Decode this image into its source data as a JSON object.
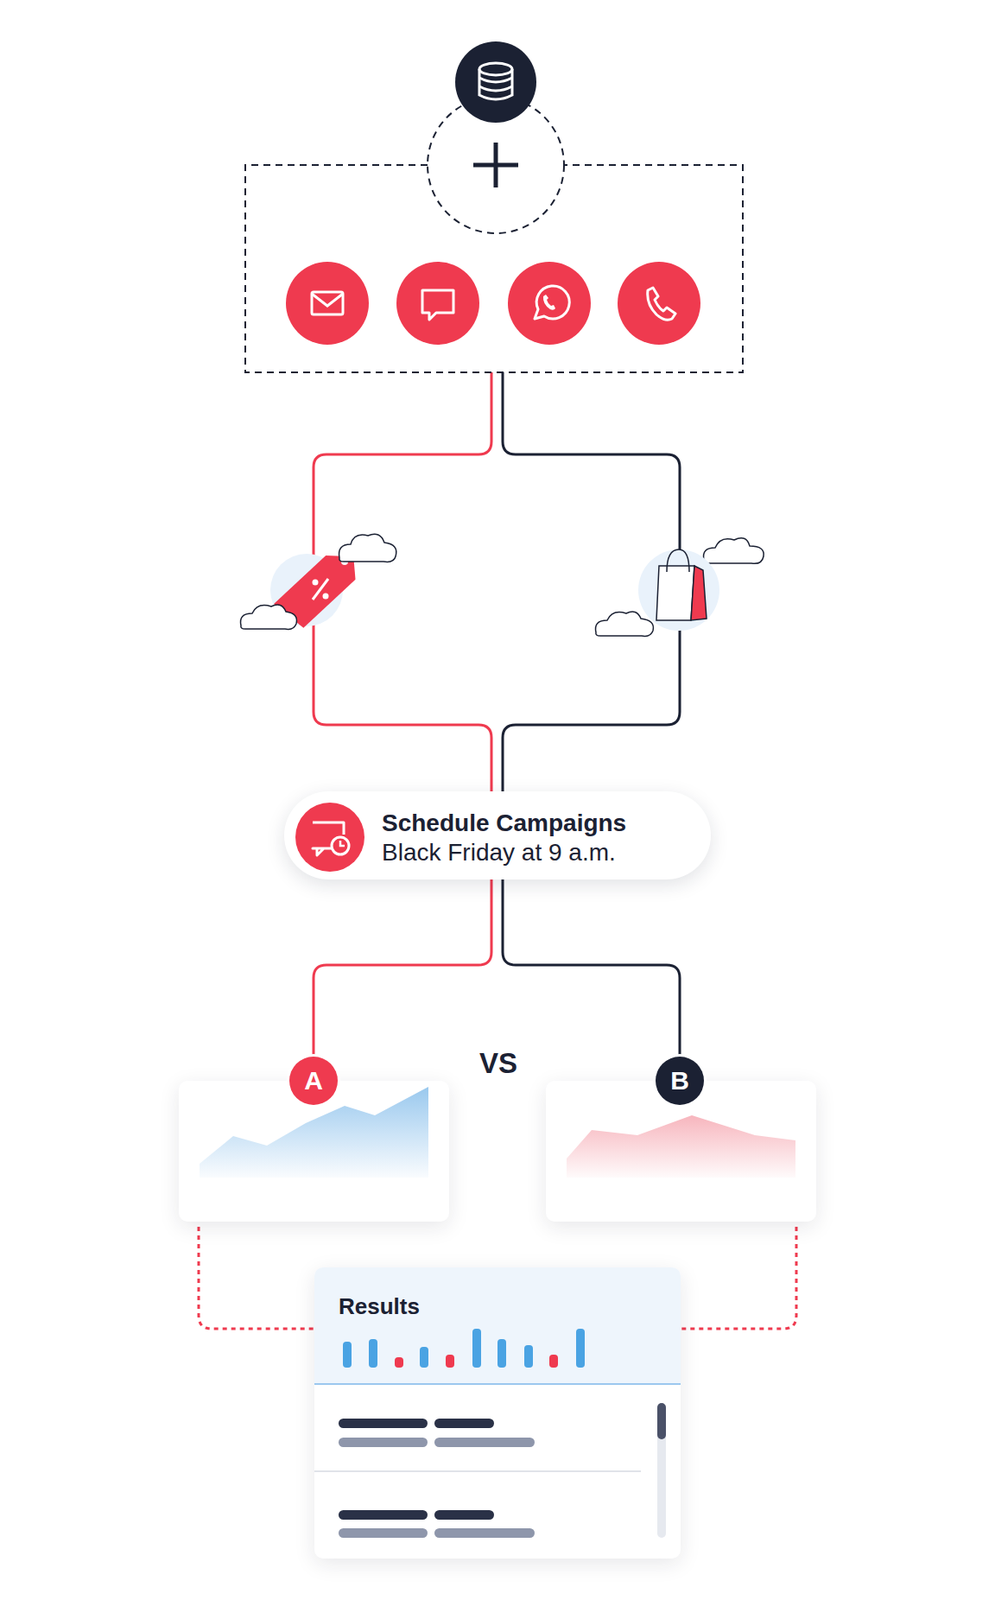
{
  "diagram": {
    "nodes": [
      {
        "text": [
          "Schedule Campaigns",
          "Black Friday at 9 a.m."
        ]
      },
      {
        "text": [
          "A"
        ]
      },
      {
        "text": [
          "B"
        ]
      },
      {
        "text": [
          "Results"
        ]
      }
    ],
    "edges": [
      {
        "from": 0,
        "to": 1,
        "arrow": "none"
      },
      {
        "from": 0,
        "to": 2,
        "arrow": "none"
      },
      {
        "from": 1,
        "to": 3,
        "arrow": "none"
      },
      {
        "from": 2,
        "to": 3,
        "arrow": "none"
      }
    ],
    "labels": [
      "VS"
    ]
  }
}
